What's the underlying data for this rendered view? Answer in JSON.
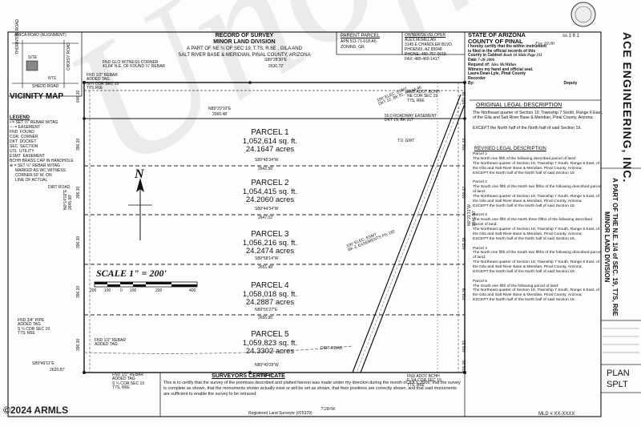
{
  "record": {
    "title": "RECORD OF SURVEY",
    "subtitle": "MINOR LAND DIVISION",
    "desc1": "A PART OF NE ¼ OF SEC 19, T.7S, R.6E , GILA AND",
    "desc2": "SALT RIVER BASE & MERIDIAN, PINAL COUNTY, ARIZONA"
  },
  "parent_parcel": {
    "label": "PARENT PARCEL",
    "apn": "APN 511-71-018-A5",
    "zoning": "ZONING: GR"
  },
  "owner": {
    "label": "OWNER/DEVELOPER",
    "lines": [
      "ALEX McMILLAN",
      "3145 E CHANDLER BLVD.",
      "PHOENIX, AZ 85048",
      "PHONE: 480-757-0018",
      "FAX: 480-460-1417"
    ]
  },
  "recorder": {
    "state": "STATE OF ARIZONA",
    "county": "COUNTY OF PINAL",
    "handwritten_fee": "Fee 10.00",
    "stamp_no": "ss 1 8 1",
    "cert_lines": [
      "I hereby certify that the within instrument",
      "is filed in the official records of this",
      "County in Cabinet",
      "Date"
    ],
    "cabinet_value": "Book 18  Slide Page 211",
    "date_value": "7-28-2006",
    "request_label": "Request of:",
    "request_value": "Alex McMillan",
    "witness": "Witness my hand and official seal.",
    "recorder_name": "Laura Dean-Lyle,          Pinal County",
    "recorder_title": "Recorder",
    "by": "By:",
    "deputy": "Deputy"
  },
  "vicinity": {
    "label": "VICINITY MAP",
    "roads": [
      "ARICA ROAD (ALIGNMENT)",
      "THORNTON ROAD",
      "CHOISY ROAD",
      "SHEDD ROAD"
    ],
    "site": "SITE",
    "nts": "NTS"
  },
  "legend": {
    "title": "LEGEND",
    "items": [
      "• = SET ½\" REBAR W/TAG",
      "--- = EASEMENT",
      "FND  FOUND",
      "COR  CORNER",
      "DKT  DOCKET",
      "SEC  SECTION",
      "UTL  UTILITY",
      "ESMT  EASEMENT",
      "BCHH BRASS CAP IN HANDHOLE",
      "⊕ = SET ½\" REBAR W/TAG",
      "     MARKED AS WC WITNESS",
      "     CORNER 50' W. ON",
      "     LINE OF ACTUAL"
    ]
  },
  "scale": {
    "label": "SCALE 1\" = 200'",
    "ticks": [
      "200",
      "100",
      "0",
      "100",
      "200",
      "400"
    ]
  },
  "parcels": [
    {
      "name": "PARCEL 1",
      "sqft": "1,052,614 sq. ft.",
      "acres": "24.1647 acres"
    },
    {
      "name": "PARCEL 2",
      "sqft": "1,054,415 sq. ft.",
      "acres": "24.2060 acres"
    },
    {
      "name": "PARCEL 3",
      "sqft": "1,056,216 sq. ft.",
      "acres": "24.2474 acres"
    },
    {
      "name": "PARCEL 4",
      "sqft": "1,058,018 sq. ft.",
      "acres": "24.2887 acres"
    },
    {
      "name": "PARCEL 5",
      "sqft": "1,059,823 sq. ft.",
      "acres": "24.3302 acres"
    }
  ],
  "bearings": [
    "S89°28'30\"E",
    "2630.72'",
    "N89°29'10\"E",
    "2060.48'",
    "S89°45'34\"W",
    "2642.56'",
    "S89°44'34\"W",
    "2647.02'",
    "S89°58'14\"W",
    "2651.48'",
    "N89°55'27\"E",
    "2655.95'",
    "N89°49'29\"W",
    "2660.40'",
    "S89°49'11\"E",
    "2620.87'"
  ],
  "side_dims": [
    "646.30",
    "396.30",
    "396.30",
    "396.30",
    "396.30",
    "396.30",
    "2645.98'",
    "N0°14'02\"E",
    "2641.90'",
    "N0°21'31\"W",
    "560.19",
    "401.13",
    "400.17",
    "402.18",
    "403.79",
    "401.51",
    "401.00"
  ],
  "callouts": [
    "FND GLO WITNESS CORNER\n41.84' N.E. OF FOUND ¾\" REBAR",
    "FND 1/2\" REBAR\nADDED TAG\nN ¼ COR SEC 19\nT7S R6E",
    "FND ADOT BCHH\nNE COR SEC 19\nT7S, R6E",
    "50.0 ROADWAY EASEMENT\nDKT 19, BK 217",
    "100' ELEC. ESMT\nDKT 12, BK 81, PG 44-46",
    "100' ELEC. ESMT\nBK 3, EASEMENTS PG 182",
    "FND 3/4\" PIPE\nADDED TAG\nS ¼ COR SEC 19\nT7S, R6E",
    "FND 1/2\" REBAR\nADDED TAG",
    "FND 1/2\" REBAR\nADDED TAG\nS ¼ COR SEC 19\nT7S, R6E",
    "FND ADOT BCHH\nE 1/4 COR SEC 19\nT7S, R6E",
    "DIRT ROAD",
    "DIRT ROAD",
    "T.V. GWT"
  ],
  "surveyor": {
    "title": "SURVEYORS CERTIFICATE",
    "text": "This is to certify that the survey of the premises described and platted hereon was made under my direction during the month of JULY, 2006; that the survey is complete as shown, that the monuments shown actually exist or will be set as shown, that their positions are correctly shown, and that said monuments are sufficient to enable the survey to be retraced.",
    "reg": "Registered Land Surveyor (#25379)",
    "date": "7/28/06"
  },
  "legal": {
    "original_title": "ORIGINAL LEGAL DESCRIPTION",
    "original_text": "The Northeast quarter of Section 19, Township 7 South, Range 6 East, of the Gila and Salt River Base & Meridian, Pinal County, Arizona;\n\nEXCEPT the North half of the North half of said Section 19.",
    "revised_title": "REVISED LEGAL DESCRIPTION",
    "revised_text": "Parcel 1\nThe North one fifth of the following described parcel of land:\nThe Northeast quarter of Section 19, Township 7 South, Range 6 East, of the Gila and Salt River Base & Meridian, Pinal County, Arizona;\nEXCEPT the North half of the North half of said Section 19.\n\nParcel 2\nThe South one fifth of the North two fifths of the following described parcel of land:\nThe Northeast quarter of Section 19, Township 7 South, Range 6 East, of the Gila and Salt River Base & Meridian, Pinal County, Arizona;\nEXCEPT the North half of the North half of said Section 19.\n\nParcel 3\nThe South one fifth of the North three fifths of the following described parcel of land:\nThe Northeast quarter of Section 19, Township 7 South, Range 6 East, of the Gila and Salt River Base & Meridian, Pinal County, Arizona;\nEXCEPT the North half of the North half of said Section 19.\n\nParcel 4\nThe North one fifth of the South two fifths of the following described parcel of land:\nThe Northeast quarter of Section 19, Township 7 South, Range 6 East, of the Gila and Salt River Base & Meridian, Pinal County, Arizona;\nEXCEPT the North half of the North half of said Section 19.\n\nParcel 5\nThe South one fifth of the following parcel of land:\nThe Northeast quarter of Section 19, Township 7 South, Range 6 East, of the Gila and Salt River Base & Meridian, Pinal County, Arizona;\nEXCEPT the North half of the North half of said Section 19."
  },
  "company": {
    "name": "ACE ENGINEERING, INC.",
    "sub": "A PART OF THE N.E. 1/4 of SEC. 19, T7S, R6E\nMINOR LAND DIVISION"
  },
  "sheet": {
    "plan": "PLAN",
    "splt": "SPLT",
    "mld": "MLD # XX-XXXX"
  },
  "watermark": "Unofficial",
  "footer": "©2024 ARMLS"
}
